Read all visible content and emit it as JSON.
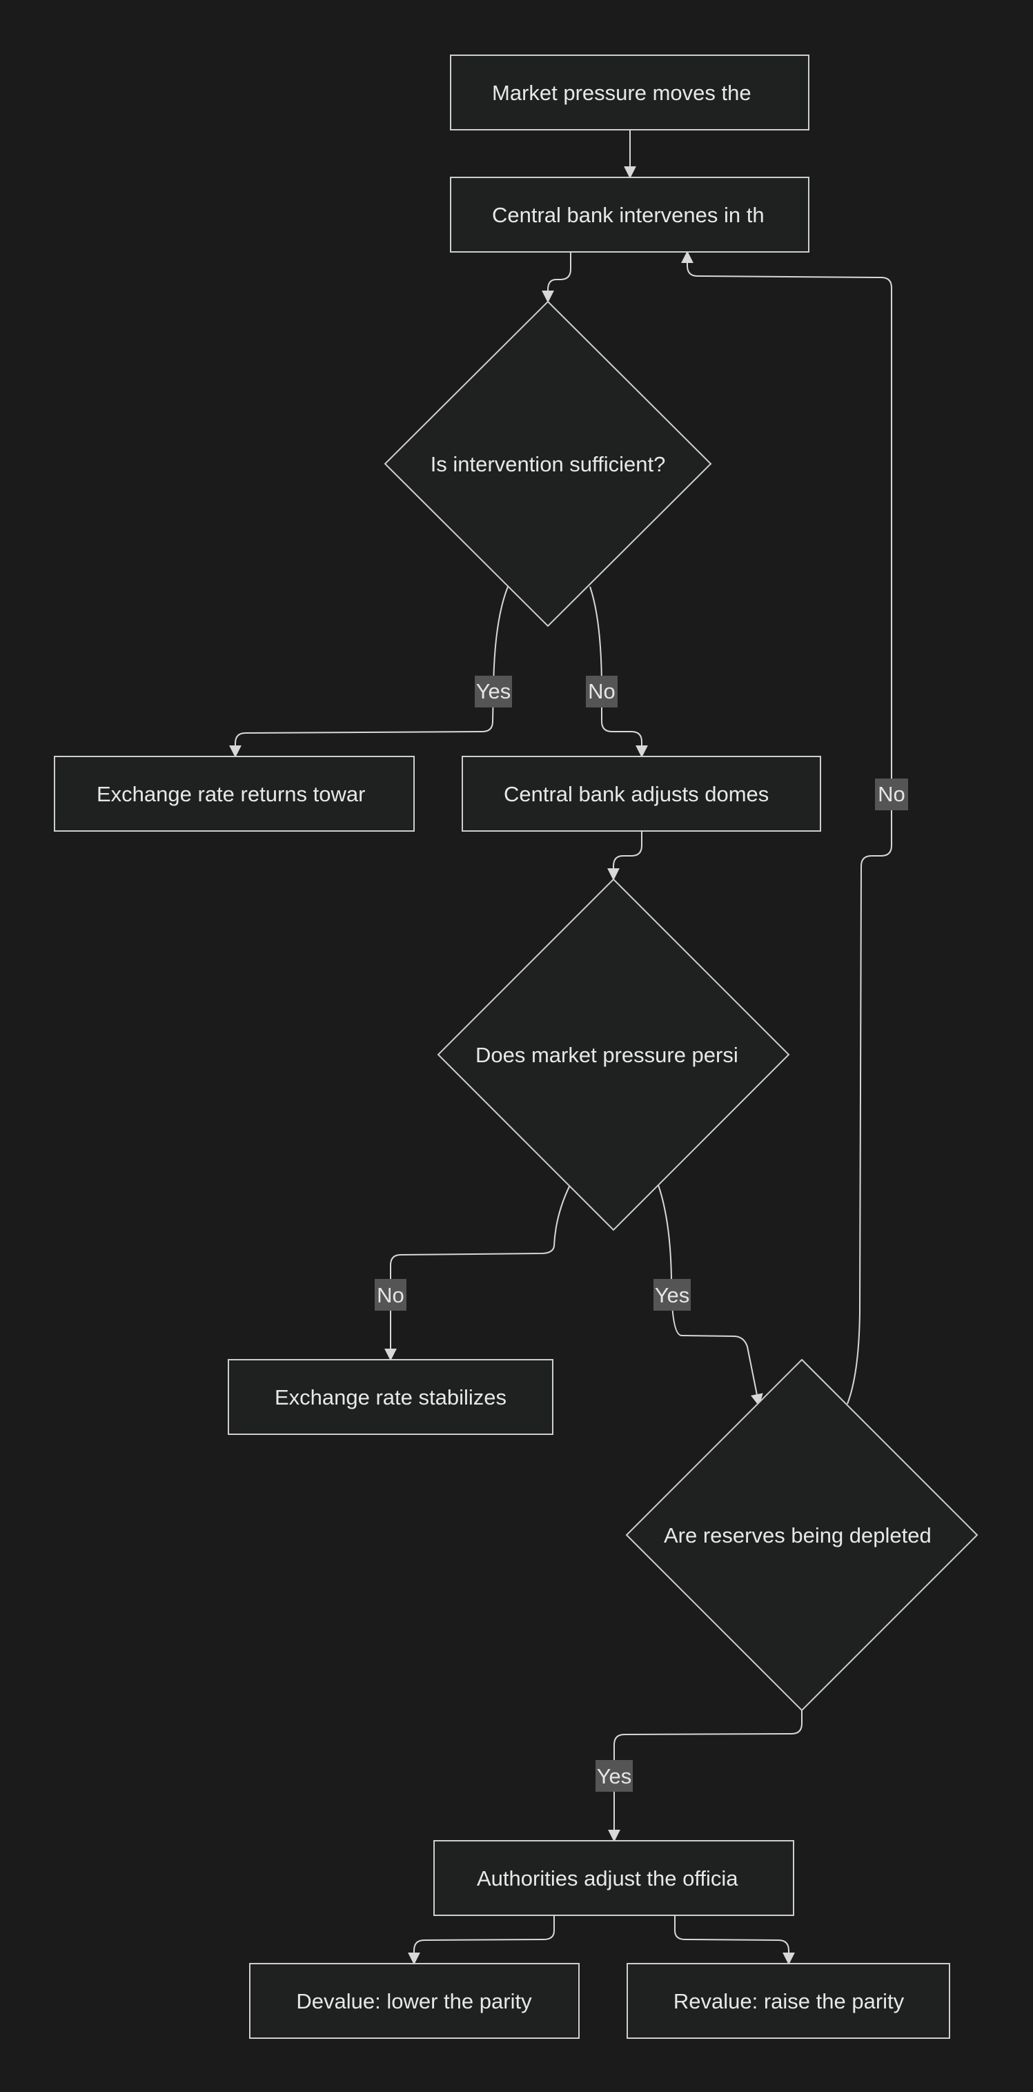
{
  "nodes": {
    "market_pressure": "Market pressure moves the",
    "central_bank_intervenes": "Central bank intervenes in th",
    "intervention_sufficient": "Is intervention sufficient?",
    "rate_returns": "Exchange rate returns towar",
    "adjusts_domestic": "Central bank adjusts domes",
    "pressure_persists": "Does market pressure persi",
    "rate_stabilizes": "Exchange rate stabilizes",
    "reserves_depleted": "Are reserves being depleted",
    "adjust_official": "Authorities adjust the officia",
    "devalue": "Devalue: lower the parity",
    "revalue": "Revalue: raise the parity"
  },
  "edge_labels": {
    "sufficient_yes": "Yes",
    "sufficient_no": "No",
    "persist_no": "No",
    "persist_yes": "Yes",
    "reserves_yes": "Yes",
    "reserves_no": "No"
  },
  "colors": {
    "background": "#1b1b1b",
    "node_fill": "#1f2020",
    "node_stroke": "#cfcfcf",
    "edge": "#d8d8d8",
    "label_bg": "#555555",
    "text": "#e8e8e8"
  }
}
